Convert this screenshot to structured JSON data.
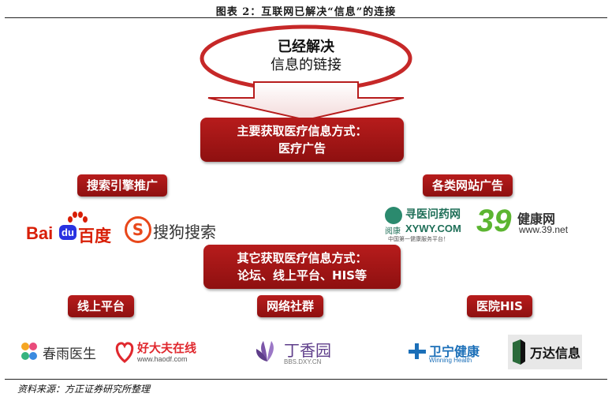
{
  "figure_title": "图表 2：互联网已解决“信息”的连接",
  "top_oval": {
    "line1": "已经解决",
    "line2": "信息的链接"
  },
  "main_box": {
    "line1": "主要获取医疗信息方式：",
    "line2": "医疗广告"
  },
  "other_box": {
    "line1": "其它获取医疗信息方式：",
    "line2": "论坛、线上平台、HIS等"
  },
  "tags": {
    "search": "搜索引擎推广",
    "web_ads": "各类网站广告",
    "online": "线上平台",
    "community": "网络社群",
    "his": "医院HIS"
  },
  "logos": {
    "baidu": {
      "part1": "Bai",
      "part2": "du",
      "cn": "百度"
    },
    "sogou": {
      "mark": "S",
      "cn": "搜狗搜索"
    },
    "xywy": {
      "cn": "寻医问药网",
      "prefix": "阅康",
      "en": "XYWY.COM",
      "slogan": "中国第一健康服务平台！"
    },
    "net39": {
      "num": "39",
      "cn": "健康网",
      "url": "www.39.net"
    },
    "chunyu": {
      "cn": "春雨医生"
    },
    "haodf": {
      "cn": "好大夫在线",
      "url": "www.haodf.com"
    },
    "dxy": {
      "cn": "丁香园",
      "url": "BBS.DXY.CN"
    },
    "winning": {
      "cn": "卫宁健康",
      "en": "Winning Health"
    },
    "wanda": {
      "cn": "万达信息"
    }
  },
  "source": "资料来源：方正证券研究所整理",
  "colors": {
    "accent_red": "#b71c1c",
    "oval_border": "#c62828"
  }
}
